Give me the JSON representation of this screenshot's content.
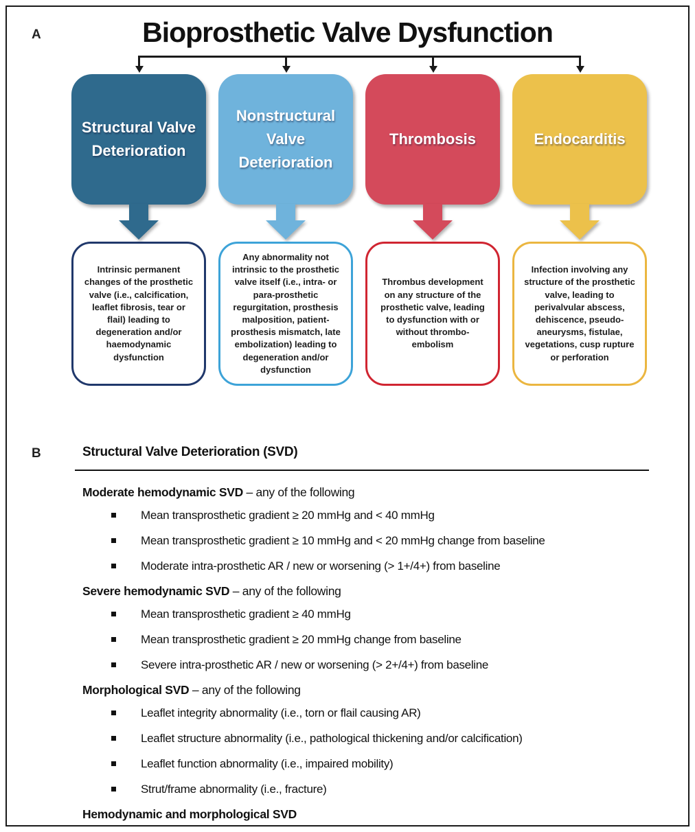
{
  "panel_a": {
    "label": "A",
    "title": "Bioprosthetic Valve Dysfunction",
    "categories": [
      {
        "name": "Structural Valve Deterioration",
        "fill": "#2F6A8D",
        "border": "#20386B",
        "description": "Intrinsic permanent changes of the prosthetic valve (i.e., calcification, leaflet fibrosis, tear or flail) leading to degeneration and/or haemodynamic dysfunction"
      },
      {
        "name": "Nonstructural Valve Deterioration",
        "fill": "#6FB3DC",
        "border": "#3DA3D8",
        "description": "Any abnormality not intrinsic to the prosthetic valve itself (i.e., intra- or para-prosthetic regurgitation, prosthesis malposition, patient-prosthesis mismatch, late embolization) leading to degeneration and/or dysfunction"
      },
      {
        "name": "Thrombosis",
        "fill": "#D44A5B",
        "border": "#D02531",
        "description": "Thrombus development on any structure of the prosthetic valve, leading to dysfunction with or without thrombo-embolism"
      },
      {
        "name": "Endocarditis",
        "fill": "#ECC14B",
        "border": "#EBB640",
        "description": "Infection involving any structure of the prosthetic valve, leading to perivalvular abscess, dehiscence, pseudo-aneurysms, fistulae, vegetations, cusp rupture or perforation"
      }
    ]
  },
  "panel_b": {
    "label": "B",
    "heading": "Structural Valve Deterioration (SVD)",
    "sections": [
      {
        "header_bold": "Moderate hemodynamic SVD",
        "header_rest": " – any of the following",
        "bullets": [
          "Mean transprosthetic gradient ≥ 20 mmHg and < 40 mmHg",
          "Mean transprosthetic gradient ≥ 10 mmHg and < 20 mmHg change from baseline",
          "Moderate intra-prosthetic AR / new or worsening (> 1+/4+) from baseline"
        ]
      },
      {
        "header_bold": "Severe hemodynamic SVD",
        "header_rest": " – any of the following",
        "bullets": [
          "Mean transprosthetic gradient ≥ 40 mmHg",
          "Mean transprosthetic gradient ≥ 20 mmHg change from baseline",
          "Severe intra-prosthetic AR / new or worsening (> 2+/4+) from baseline"
        ]
      },
      {
        "header_bold": "Morphological SVD",
        "header_rest": " – any of the following",
        "bullets": [
          "Leaflet integrity abnormality (i.e., torn or flail causing AR)",
          "Leaflet structure abnormality (i.e., pathological thickening and/or calcification)",
          "Leaflet function abnormality (i.e., impaired mobility)",
          "Strut/frame abnormality (i.e., fracture)"
        ]
      },
      {
        "header_bold": "Hemodynamic and morphological SVD",
        "header_rest": "",
        "bullets": []
      }
    ]
  }
}
